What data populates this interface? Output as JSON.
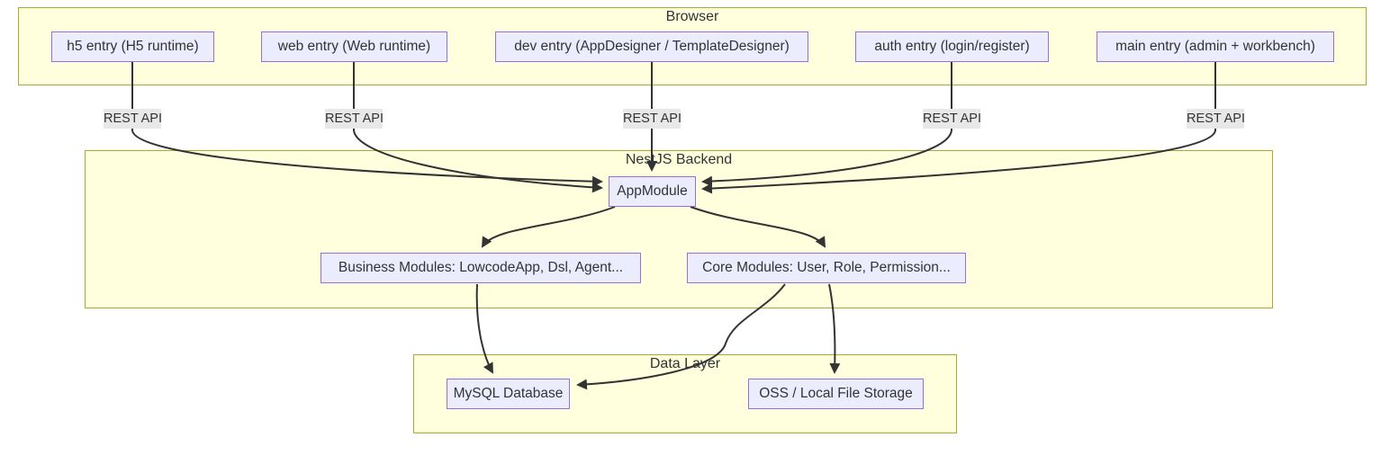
{
  "diagram": {
    "clusters": {
      "browser": {
        "label": "Browser"
      },
      "backend": {
        "label": "NestJS Backend"
      },
      "data_layer": {
        "label": "Data Layer"
      }
    },
    "nodes": {
      "h5": {
        "label": "h5 entry (H5 runtime)"
      },
      "web": {
        "label": "web entry (Web runtime)"
      },
      "dev": {
        "label": "dev entry (AppDesigner / TemplateDesigner)"
      },
      "auth": {
        "label": "auth entry (login/register)"
      },
      "main": {
        "label": "main entry (admin + workbench)"
      },
      "app_module": {
        "label": "AppModule"
      },
      "business": {
        "label": "Business Modules: LowcodeApp, Dsl, Agent..."
      },
      "core": {
        "label": "Core Modules: User, Role, Permission..."
      },
      "mysql": {
        "label": "MySQL Database"
      },
      "oss": {
        "label": "OSS / Local File Storage"
      }
    },
    "edges": [
      {
        "from": "h5 entry (H5 runtime)",
        "to": "AppModule",
        "label": "REST API"
      },
      {
        "from": "web entry (Web runtime)",
        "to": "AppModule",
        "label": "REST API"
      },
      {
        "from": "dev entry (AppDesigner / TemplateDesigner)",
        "to": "AppModule",
        "label": "REST API"
      },
      {
        "from": "auth entry (login/register)",
        "to": "AppModule",
        "label": "REST API"
      },
      {
        "from": "main entry (admin + workbench)",
        "to": "AppModule",
        "label": "REST API"
      },
      {
        "from": "AppModule",
        "to": "Business Modules: LowcodeApp, Dsl, Agent...",
        "label": ""
      },
      {
        "from": "AppModule",
        "to": "Core Modules: User, Role, Permission...",
        "label": ""
      },
      {
        "from": "Business Modules: LowcodeApp, Dsl, Agent...",
        "to": "MySQL Database",
        "label": ""
      },
      {
        "from": "Core Modules: User, Role, Permission...",
        "to": "MySQL Database",
        "label": ""
      },
      {
        "from": "Core Modules: User, Role, Permission...",
        "to": "OSS / Local File Storage",
        "label": ""
      }
    ],
    "colors": {
      "cluster_fill": "#ffffde",
      "cluster_border": "#aaaa33",
      "node_fill": "#ececff",
      "node_border": "#9370db",
      "edge": "#333333",
      "edge_label_bg": "#e8e8e8",
      "text": "#333333"
    }
  }
}
